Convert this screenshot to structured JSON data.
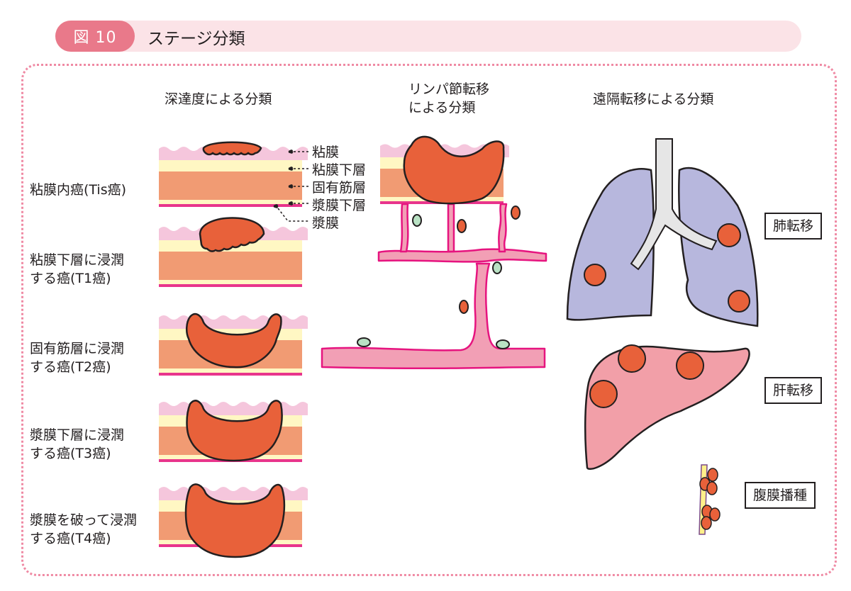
{
  "header": {
    "badge": "図 10",
    "title": "ステージ分類"
  },
  "columns": {
    "depth": {
      "title": "深達度による分類"
    },
    "lymph": {
      "title_line1": "リンパ節転移",
      "title_line2": "による分類"
    },
    "distant": {
      "title": "遠隔転移による分類"
    }
  },
  "layers": [
    {
      "label": "粘膜",
      "color": "#f5c6dc"
    },
    {
      "label": "粘膜下層",
      "color": "#fff7c3"
    },
    {
      "label": "固有筋層",
      "color": "#f19b73"
    },
    {
      "label": "漿膜下層",
      "color": "#fff7c3"
    },
    {
      "label": "漿膜",
      "color": "#e8358c"
    }
  ],
  "stages": [
    {
      "line1": "粘膜内癌(Tis癌)",
      "line2": "",
      "stage": "Tis"
    },
    {
      "line1": "粘膜下層に浸潤",
      "line2": "する癌(T1癌)",
      "stage": "T1"
    },
    {
      "line1": "固有筋層に浸潤",
      "line2": "する癌(T2癌)",
      "stage": "T2"
    },
    {
      "line1": "漿膜下層に浸潤",
      "line2": "する癌(T3癌)",
      "stage": "T3"
    },
    {
      "line1": "漿膜を破って浸潤",
      "line2": "する癌(T4癌)",
      "stage": "T4"
    }
  ],
  "metastasis": [
    {
      "label": "肺転移",
      "organ": "lung"
    },
    {
      "label": "肝転移",
      "organ": "liver"
    },
    {
      "label": "腹膜播種",
      "organ": "peritoneum"
    }
  ],
  "colors": {
    "tumor": "#e8613a",
    "lymph_vessel": "#f29fb5",
    "lymph_vessel_outline": "#e6147f",
    "lymph_node_green": "#b9e2c4",
    "lung": "#b7b7dd",
    "trachea": "#e6e6e6",
    "liver": "#f29fa8",
    "header_badge": "#e9798a",
    "header_bar": "#fbe3e7",
    "frame_dots": "#ef8aa4"
  }
}
